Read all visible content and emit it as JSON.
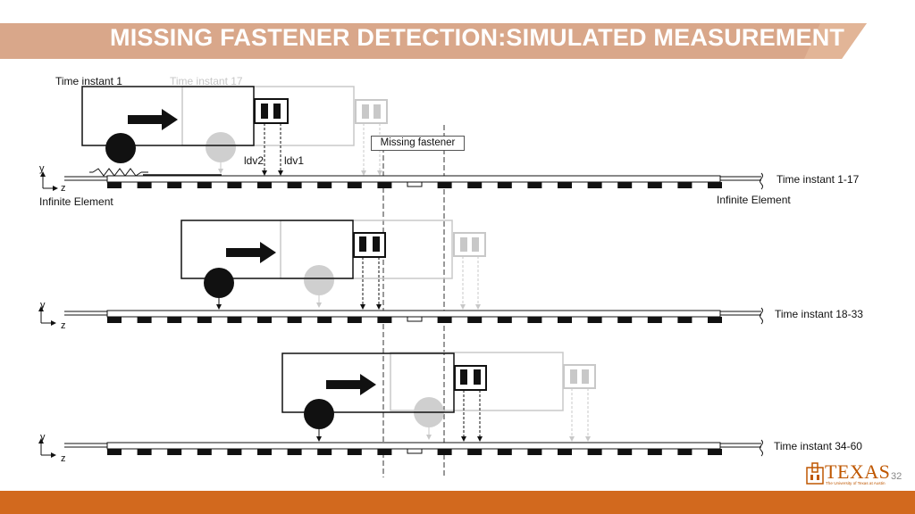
{
  "slide": {
    "title": "MISSING FASTENER DETECTION:SIMULATED MEASUREMENT",
    "page_number": "32"
  },
  "labels": {
    "time_instant_1": "Time instant 1",
    "time_instant_17": "Time instant 17",
    "ldv2": "ldv2",
    "ldv1": "ldv1",
    "missing_fastener": "Missing fastener",
    "infinite_element_left": "Infinite Element",
    "infinite_element_right": "Infinite Element",
    "time_instant_1_17": "Time instant 1-17",
    "time_instant_18_33": "Time instant 18-33",
    "time_instant_34_60": "Time instant 34-60",
    "axis_y": "y",
    "axis_z": "z"
  },
  "logo": {
    "name": "TEXAS",
    "subtitle": "The University of Texas at Austin"
  },
  "colors": {
    "title_band": "#d9a78a",
    "bottom_bar": "#d2691e",
    "brand": "#bf5700",
    "ghost": "#c8c8c8"
  }
}
